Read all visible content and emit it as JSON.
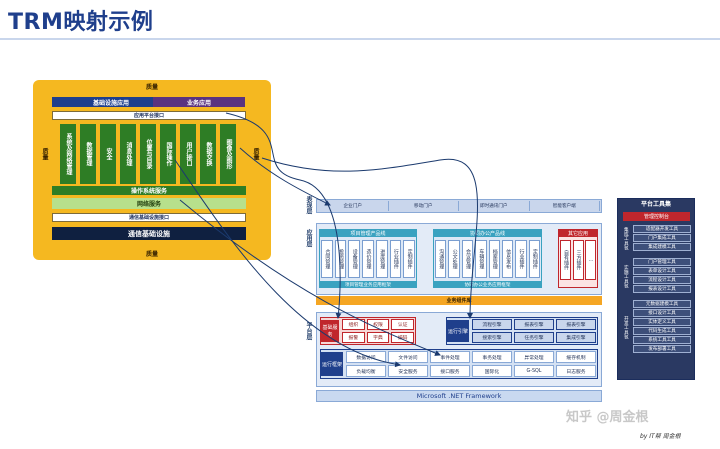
{
  "title": "TRM映射示例",
  "left": {
    "quality_top": "质量",
    "quality_left": "质量",
    "quality_right": "质量",
    "quality_bottom": "质量",
    "infra_app": "基础设施应用",
    "biz_app": "业务应用",
    "app_platform_iface": "应用平台接口",
    "columns": [
      "系统及网络管理",
      "数据管理",
      "安全",
      "消息处理",
      "位置与目录",
      "国际操作",
      "用户接口",
      "数据交换",
      "图像及图形"
    ],
    "os_service": "操作系统服务",
    "net_service": "网络服务",
    "comm_iface": "通信基础设施接口",
    "comm_infra": "通信基础设施"
  },
  "right": {
    "layer_presentation": "表现层",
    "layer_application": "应用层",
    "layer_platform": "平台层",
    "portals": [
      "企业门户",
      "移动门户",
      "即时通讯门户",
      "智能客户端"
    ],
    "proj_group_title": "项目管理产品线",
    "proj_items": [
      "合同管理",
      "投资管理",
      "设备管理",
      "造价管理",
      "进度管理",
      "行业插件",
      "定制插件"
    ],
    "proj_platform": "项目管理业务应用框架",
    "office_group_title": "协同办公产品线",
    "office_items": [
      "沟通管理",
      "公文处理",
      "会议管理",
      "车辆管理",
      "档案管理",
      "信息发布",
      "行业插件",
      "定制插件"
    ],
    "office_platform": "协同办公业务应用框架",
    "other_title": "其它应用",
    "other_items": [
      "自有插件",
      "三方插件",
      "…"
    ],
    "biz_component_lib": "业务组件库",
    "base_service": "基础服务",
    "base_items": [
      "组织",
      "权限",
      "认证",
      "报警",
      "字典",
      "编码"
    ],
    "runtime_engine": "运行引擎",
    "engines": [
      "流程引擎",
      "报表引擎",
      "报表引擎",
      "搜索引擎",
      "任务引擎",
      "集成引擎"
    ],
    "runtime_framework": "运行框架",
    "framework_items": [
      "数据访问",
      "文件访问",
      "事件处理",
      "事务处理",
      "异常处理",
      "缓存机制",
      "负载均衡",
      "安全服务",
      "接口服务",
      "国际化",
      "G-SQL",
      "日志服务"
    ],
    "dotnet": "Microsoft .NET Framework"
  },
  "tools": {
    "title": "平台工具集",
    "console": "管理控制台",
    "groups": [
      {
        "name": "集成工具包",
        "items": [
          "适配器开发工具",
          "门户集成工具",
          "集成建模工具"
        ]
      },
      {
        "name": "实施工具包",
        "items": [
          "门户管理工具",
          "表单设计工具",
          "流程设计工具",
          "报表设计工具"
        ]
      },
      {
        "name": "开发工具包",
        "items": [
          "元数据建模工具",
          "接口设计工具",
          "实体定义工具",
          "代码生成工具",
          "系统工具工具",
          "发布部署工具"
        ]
      }
    ]
  },
  "watermark": "知乎 @周金根",
  "byline": "by IT帮 周金根",
  "colors": {
    "orange": "#f5b820",
    "dark_blue": "#1f3f8c",
    "purple": "#5a3380",
    "green": "#2e7d25",
    "light_green": "#b7e08c",
    "navy": "#1b2d5c",
    "teal": "#3aa2c0",
    "tool_bg": "#2a3962",
    "console_red": "#c0262c"
  }
}
